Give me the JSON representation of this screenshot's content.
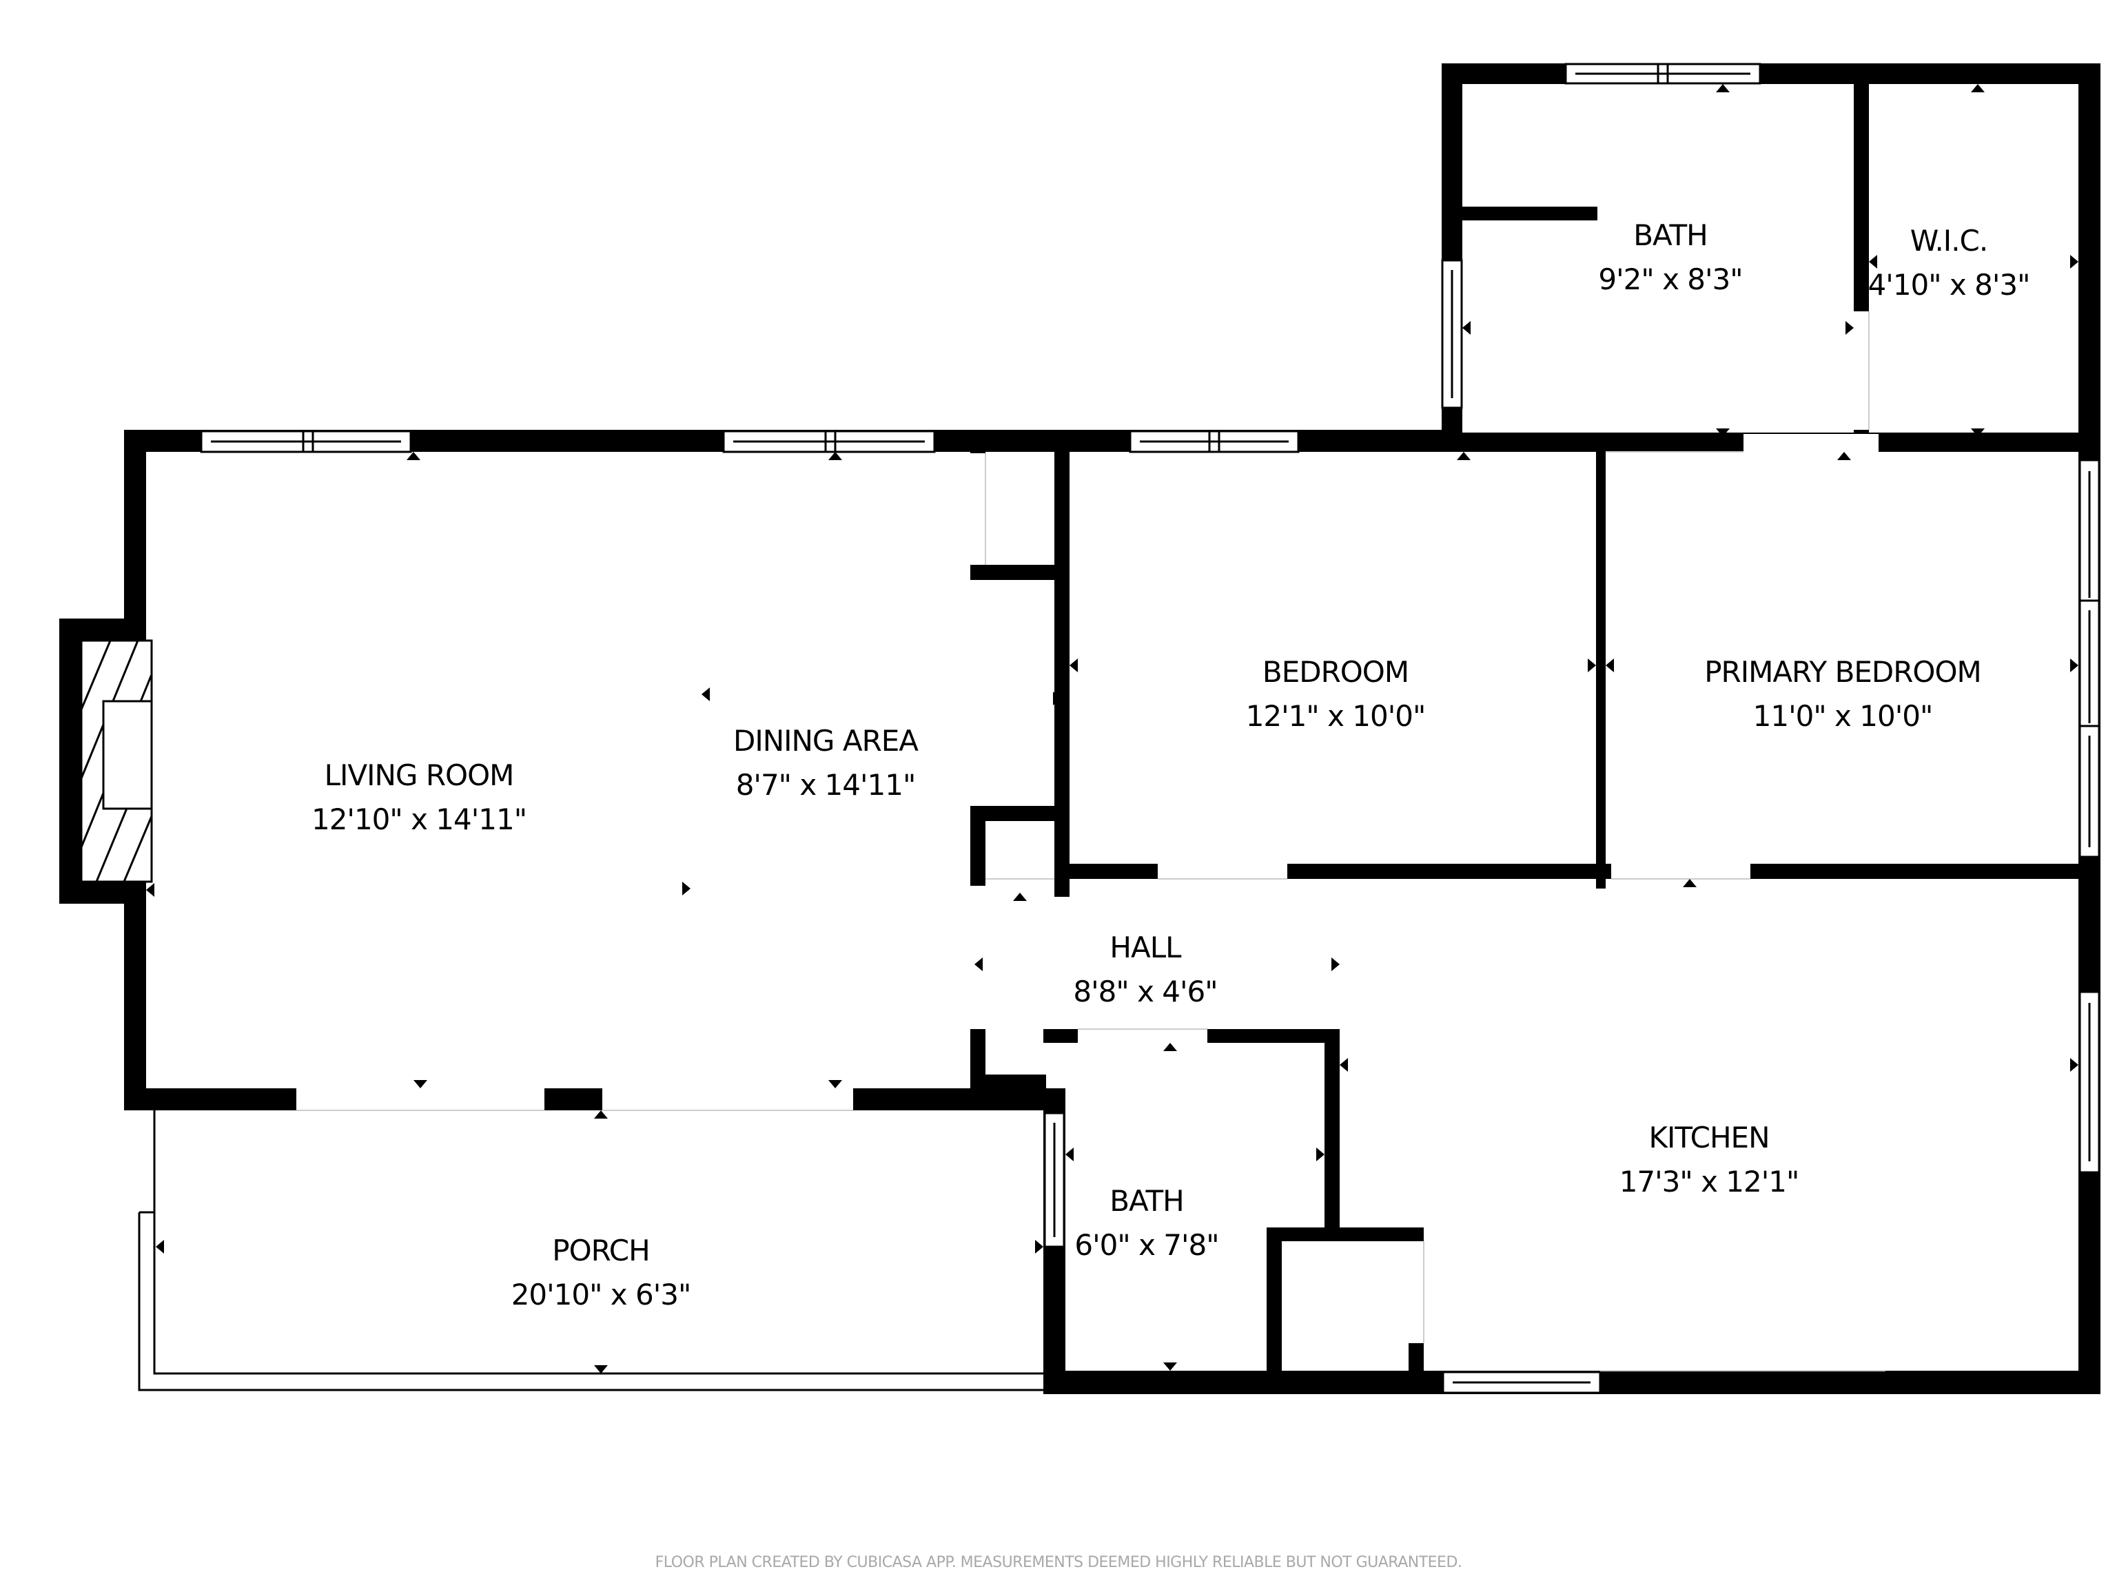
{
  "plan": {
    "rooms": [
      {
        "id": "living-room",
        "name": "LIVING ROOM",
        "dims": "12'10\" x 14'11\""
      },
      {
        "id": "dining-area",
        "name": "DINING AREA",
        "dims": "8'7\" x 14'11\""
      },
      {
        "id": "bedroom",
        "name": "BEDROOM",
        "dims": "12'1\" x 10'0\""
      },
      {
        "id": "primary-bedroom",
        "name": "PRIMARY BEDROOM",
        "dims": "11'0\" x 10'0\""
      },
      {
        "id": "bath-upper",
        "name": "BATH",
        "dims": "9'2\" x 8'3\""
      },
      {
        "id": "wic",
        "name": "W.I.C.",
        "dims": "4'10\" x 8'3\""
      },
      {
        "id": "hall",
        "name": "HALL",
        "dims": "8'8\" x 4'6\""
      },
      {
        "id": "bath-lower",
        "name": "BATH",
        "dims": "6'0\" x 7'8\""
      },
      {
        "id": "kitchen",
        "name": "KITCHEN",
        "dims": "17'3\" x 12'1\""
      },
      {
        "id": "porch",
        "name": "PORCH",
        "dims": "20'10\" x 6'3\""
      }
    ],
    "colors": {
      "wall": "#000000",
      "background": "#ffffff",
      "footer_text": "#a8a8a8"
    }
  },
  "footer": {
    "disclaimer": "FLOOR PLAN CREATED BY CUBICASA APP. MEASUREMENTS DEEMED HIGHLY RELIABLE BUT NOT GUARANTEED."
  }
}
